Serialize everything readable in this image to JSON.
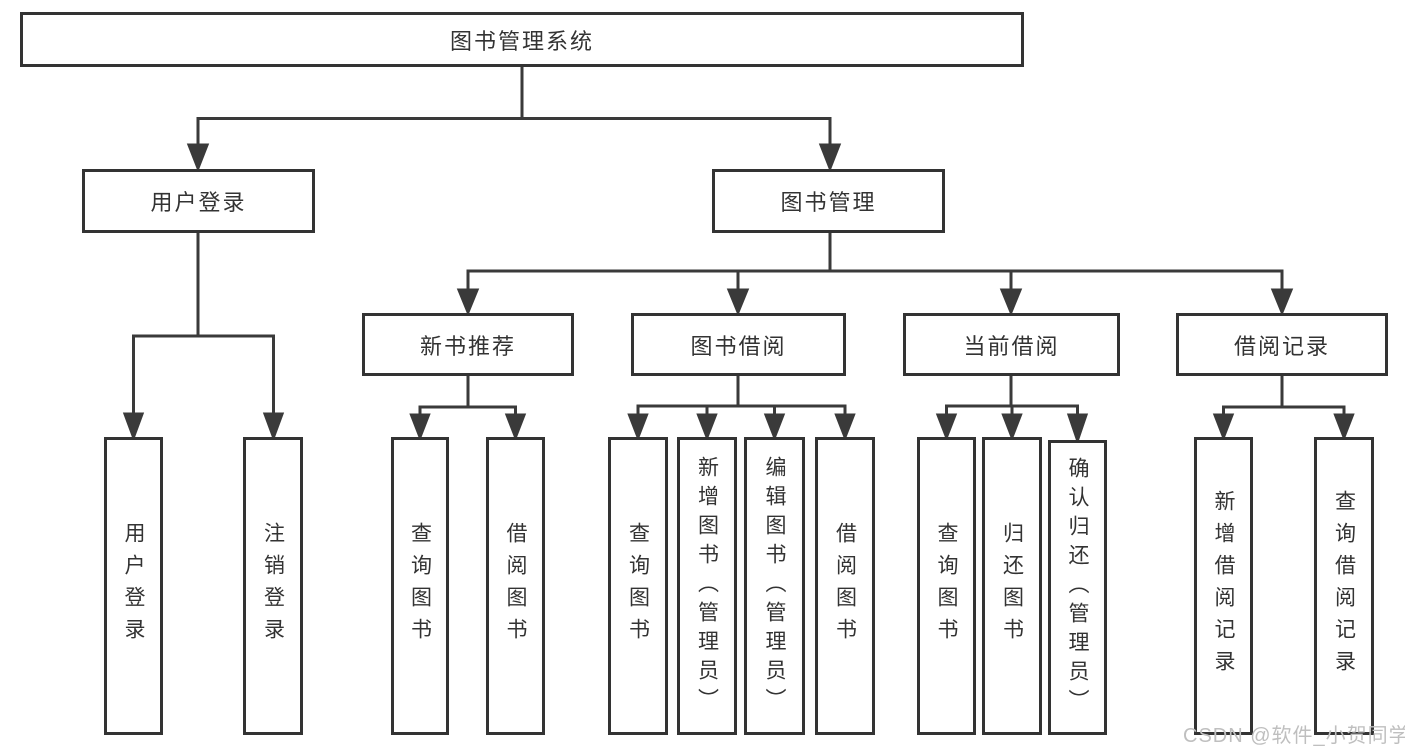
{
  "colors": {
    "line": "#3a3a3a",
    "border": "#333333",
    "text": "#333333",
    "background": "#ffffff",
    "watermark": "#bfbfbf"
  },
  "tree": {
    "label": "图书管理系统",
    "children": [
      {
        "label": "用户登录",
        "children": [
          {
            "label": "用户登录"
          },
          {
            "label": "注销登录"
          }
        ]
      },
      {
        "label": "图书管理",
        "children": [
          {
            "label": "新书推荐",
            "children": [
              {
                "label": "查询图书"
              },
              {
                "label": "借阅图书"
              }
            ]
          },
          {
            "label": "图书借阅",
            "children": [
              {
                "label": "查询图书"
              },
              {
                "label": "新增图书（管理员）"
              },
              {
                "label": "编辑图书（管理员）"
              },
              {
                "label": "借阅图书"
              }
            ]
          },
          {
            "label": "当前借阅",
            "children": [
              {
                "label": "查询图书"
              },
              {
                "label": "归还图书"
              },
              {
                "label": "确认归还（管理员）"
              }
            ]
          },
          {
            "label": "借阅记录",
            "children": [
              {
                "label": "新增借阅记录"
              },
              {
                "label": "查询借阅记录"
              }
            ]
          }
        ]
      }
    ]
  },
  "watermark": {
    "text": "CSDN @软件_小贺同学"
  }
}
